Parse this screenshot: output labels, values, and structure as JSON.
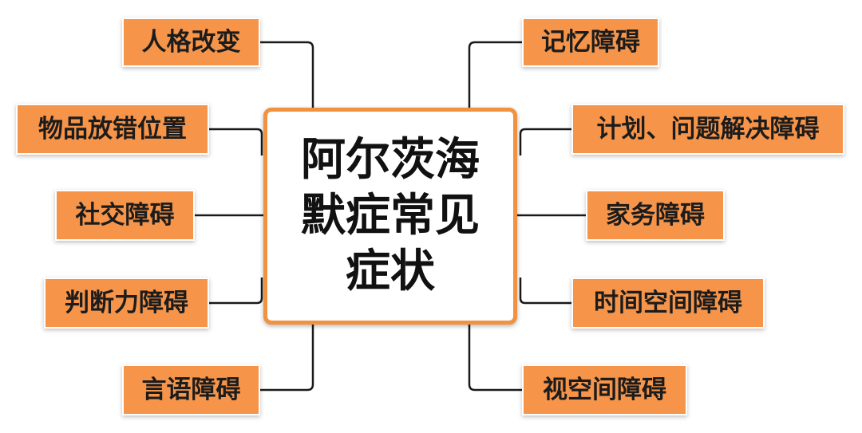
{
  "center": {
    "title": "阿尔茨海\n默症常见\n症状"
  },
  "left_items": [
    {
      "label": "人格改变"
    },
    {
      "label": "物品放错位置"
    },
    {
      "label": "社交障碍"
    },
    {
      "label": "判断力障碍"
    },
    {
      "label": "言语障碍"
    }
  ],
  "right_items": [
    {
      "label": "记忆障碍"
    },
    {
      "label": "计划、问题解决障碍"
    },
    {
      "label": "家务障碍"
    },
    {
      "label": "时间空间障碍"
    },
    {
      "label": "视空间障碍"
    }
  ],
  "colors": {
    "box_fill": "#f6954a",
    "center_border": "#f0923f",
    "text": "#1c1c1c",
    "connector": "#1a1a1a"
  }
}
